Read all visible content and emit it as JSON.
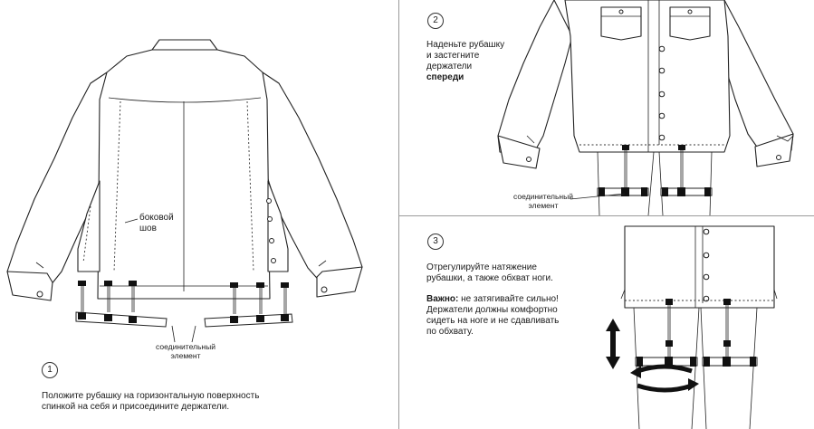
{
  "step1": {
    "number": "1",
    "label_side_seam_1": "боковой",
    "label_side_seam_2": "шов",
    "label_connector_1": "соединительный",
    "label_connector_2": "элемент",
    "instruction_1": "Положите рубашку на горизонтальную поверхность",
    "instruction_2": "спинкой на себя и присоедините держатели."
  },
  "step2": {
    "number": "2",
    "line_1": "Наденьте рубашку",
    "line_2": "и застегните",
    "line_3": "держатели",
    "line_4_bold": "спереди",
    "label_connector_1": "соединительный",
    "label_connector_2": "элемент"
  },
  "step3": {
    "number": "3",
    "line_1": "Отрегулируйте натяжение",
    "line_2": "рубашки, а также обхват ноги.",
    "warning_bold": "Важно:",
    "warning_rest": " не затягивайте сильно!",
    "line_4": "Держатели должны комфортно",
    "line_5": "сидеть на ноге и не сдавливать",
    "line_6": "по обхвату."
  },
  "colors": {
    "ink": "#222222",
    "divider": "#9a9a9a",
    "background": "#ffffff"
  },
  "icons": [
    "vertical-double-arrow-icon",
    "curved-double-arrow-icon"
  ]
}
